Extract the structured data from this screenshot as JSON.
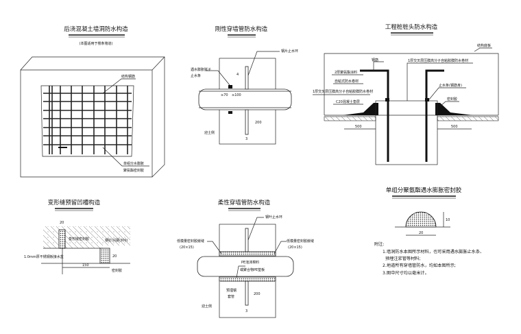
{
  "panels": {
    "p1": {
      "title": "后浇混凝土墙洞防水构造",
      "subtitle": "(本图适用于楼条墙道)",
      "labels": [
        "结构钢筋",
        "单组分水膨胀",
        "聚氨酯密封胶"
      ]
    },
    "p2": {
      "title": "刚性穿墙管防水构造",
      "labels": [
        "钢片止水环",
        "遇水膨胀腻子",
        "止水条",
        "迎土侧"
      ],
      "dims": [
        "≥70",
        "≥100",
        "3",
        "200",
        "4"
      ]
    },
    "p3": {
      "title": "工程桩桩头防水构造",
      "labels": [
        "结构底板",
        "钢筋",
        "1厚交叉层压膜高分子自粘胶膜防水卷材",
        "2厚聚氨酯涂料",
        "自粘式防水卷材",
        "1厚交叉层压膜高分子自粘胶膜防水卷材",
        "C20混凝土垫层",
        "止水条(钢筋身)",
        "密封胶"
      ],
      "dims": [
        "500",
        "500"
      ]
    },
    "p4": {
      "title": "变形缝预留凹槽构造",
      "labels": [
        "变形缝密封胶",
        "钢钉(间距300)",
        "1.0mm厚不锈钢板接水盒",
        "密封胶"
      ],
      "dims": [
        "20",
        "150",
        "20"
      ]
    },
    "p5": {
      "title": "柔性穿墙管防水构造",
      "labels": [
        "钢叶止水环",
        "低模量密封胶嵌缝",
        "(20×15)",
        "低模量密封胶嵌缝",
        "(20×15)",
        "PE泡沫棉料",
        "或聚合物PE垫板",
        "预埋钢",
        "套管",
        "迎土侧"
      ],
      "dims": [
        "200",
        "3"
      ]
    },
    "p6": {
      "title": "单组分聚氨酯遇水膨胀密封胶",
      "dims": [
        "20",
        "10"
      ],
      "notes_title": "附注:",
      "notes": [
        "1.墙洞防水本图所示材料，也可采用遇水膨胀止水条、",
        "预埋注浆管等材料;",
        "2.地道所有穿墙管防水，均如本图所示;",
        "3.图中尺寸均以毫米计。"
      ]
    }
  }
}
